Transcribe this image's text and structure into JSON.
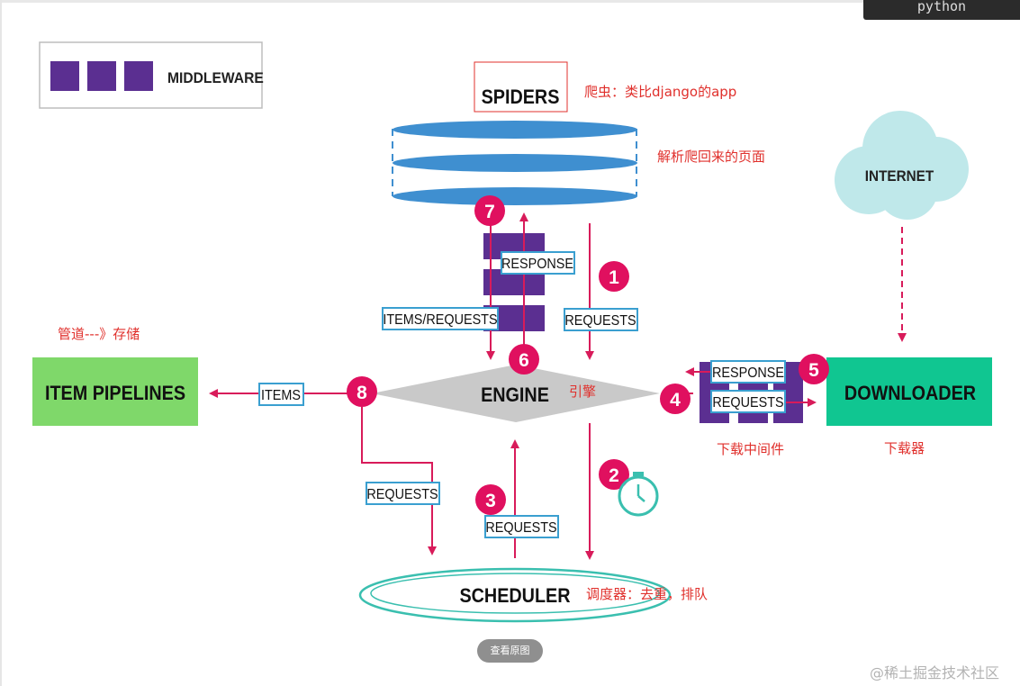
{
  "code_tab": {
    "language": "python"
  },
  "legend": {
    "label": "MIDDLEWARE"
  },
  "components": {
    "spiders": "SPIDERS",
    "engine": "ENGINE",
    "scheduler": "SCHEDULER",
    "downloader": "DOWNLOADER",
    "item_pipelines": "ITEM PIPELINES",
    "internet": "INTERNET"
  },
  "flow_labels": {
    "response_top": "RESPONSE",
    "items_requests": "ITEMS/REQUESTS",
    "requests_top": "REQUESTS",
    "items": "ITEMS",
    "requests_left": "REQUESTS",
    "requests_mid": "REQUESTS",
    "response_right": "RESPONSE",
    "requests_right": "REQUESTS"
  },
  "steps": [
    "1",
    "2",
    "3",
    "4",
    "5",
    "6",
    "7",
    "8"
  ],
  "annotations": {
    "spiders_note": "爬虫：类比django的app",
    "parse_note": "解析爬回来的页面",
    "pipeline_note": "管道---》存储",
    "engine_note": "引擎",
    "dl_middleware_note": "下载中间件",
    "downloader_note": "下载器",
    "scheduler_note": "调度器：去重，排队"
  },
  "footer": {
    "view_original": "查看原图",
    "watermark": "@稀土掘金技术社区"
  },
  "colors": {
    "middleware_purple": "#5b2f91",
    "step_magenta": "#e0105f",
    "arrow_red": "#d81b5a",
    "label_blue": "#3a9fd0",
    "spider_blue": "#3f8fd0",
    "downloader_green": "#10c691",
    "pipeline_green": "#7fd86a",
    "engine_gray": "#c9c9c9",
    "scheduler_teal": "#3abfaf",
    "internet_cyan": "#bfe8ea",
    "annotation_red": "#e0302c"
  }
}
